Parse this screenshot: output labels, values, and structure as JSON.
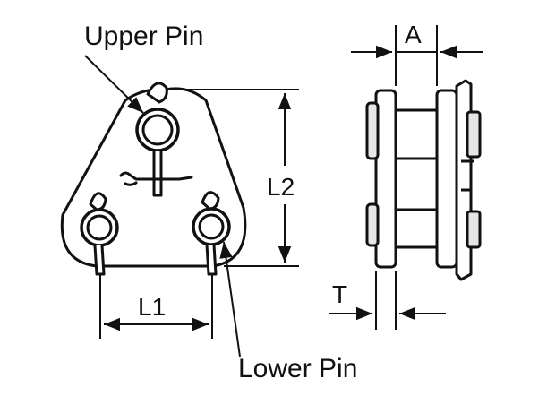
{
  "labels": {
    "upper_pin": "Upper Pin",
    "lower_pin": "Lower Pin"
  },
  "dimensions": {
    "a": "A",
    "l1": "L1",
    "l2": "L2",
    "t": "T"
  },
  "colors": {
    "line": "#111111",
    "fill": "#ffffff",
    "shade": "#e6e6e6"
  }
}
